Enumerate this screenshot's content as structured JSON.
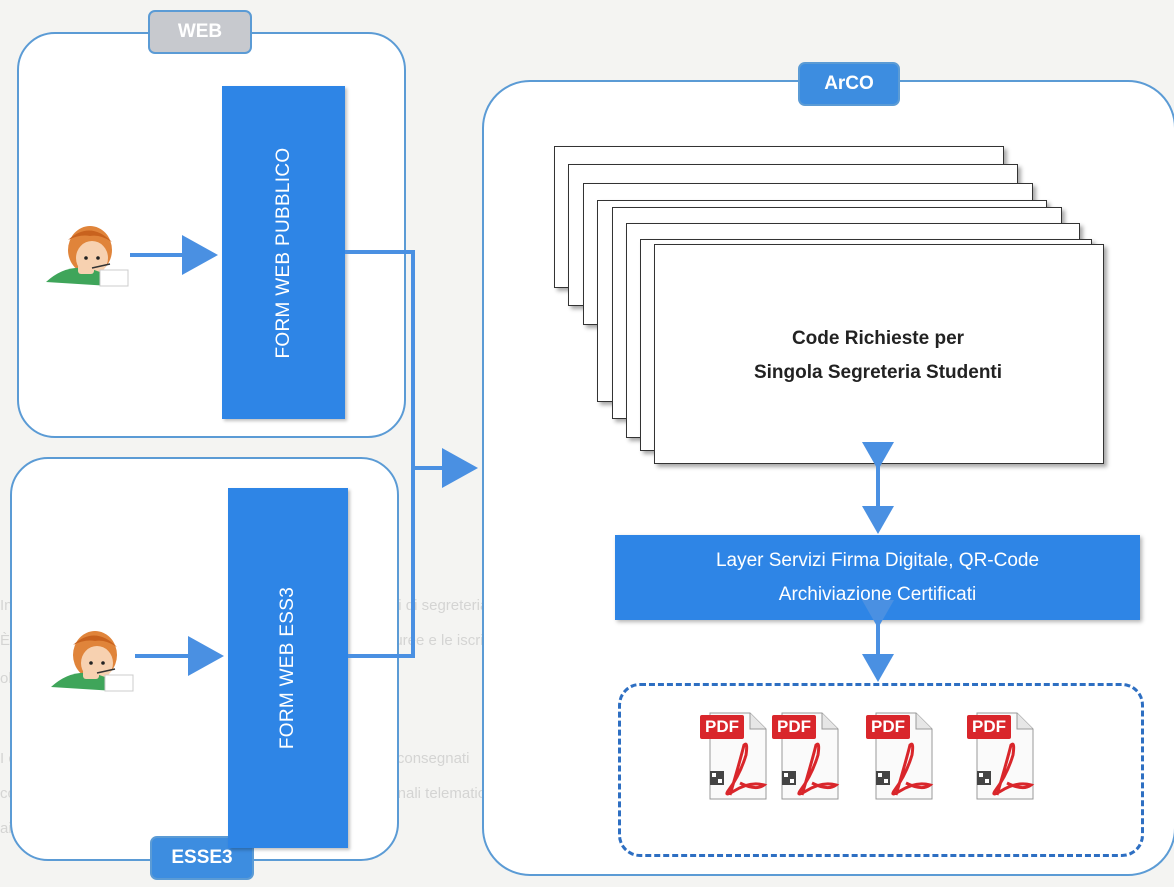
{
  "web_tag": "WEB",
  "arco_tag": "ArCO",
  "esse3_tag": "ESSE3",
  "form_web_pubblico": "FORM WEB PUBBLICO",
  "form_web_ess3": "FORM WEB ESS3",
  "queue_title_line1": "Code Richieste per",
  "queue_title_line2": "Singola Segreteria Studenti",
  "layer_line1": "Layer Servizi Firma Digitale, QR-Code",
  "layer_line2": "Archiviazione Certificati",
  "pdf_label": "PDF",
  "colors": {
    "accent": "#2e85e6",
    "panel_border": "#5b9bd5",
    "web_tag": "#c7c9ce",
    "arco_tag": "#3d8de0"
  },
  "icons": [
    "student-writing-icon",
    "pdf-document-icon",
    "qr-code-icon",
    "acrobat-logo-icon"
  ]
}
